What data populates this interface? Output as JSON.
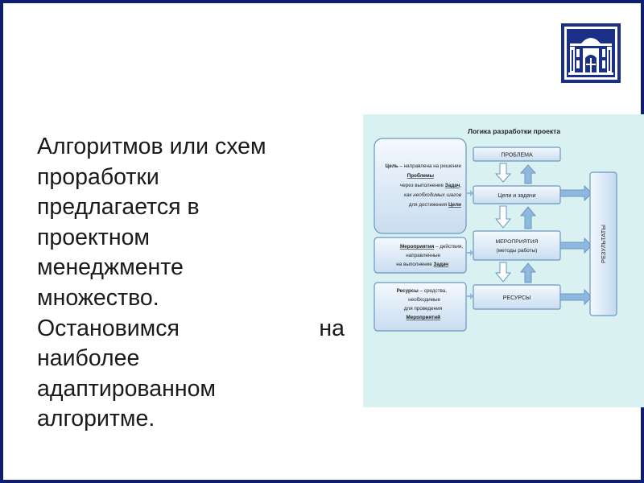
{
  "body_text": {
    "lines": [
      "Алгоритмов или схем",
      "проработки",
      "предлагается в",
      "проектном",
      "менеджменте",
      "множество.",
      "наиболее",
      "адаптированном",
      "алгоритме."
    ],
    "justified_left": "Остановимся",
    "justified_right": "на"
  },
  "diagram": {
    "title": "Логика разработки проекта",
    "flow": {
      "problem": "ПРОБЛЕМА",
      "goals": "Цели и задачи",
      "activities_1": "МЕРОПРИЯТИЯ",
      "activities_2": "(методы работы)",
      "resources": "РЕСУРСЫ",
      "results": "РЕЗУЛЬТАТЫ"
    },
    "notes": {
      "goal": {
        "l1_bold": "Цель",
        "l1_rest": " – направлена на решение",
        "l2": "Проблемы",
        "l3_pre": "через выполнение ",
        "l3_bold": "Задач",
        "l3_post": ",",
        "l4": "как необходимых шагов",
        "l5_pre": "для достижения ",
        "l5_bold": "Цели"
      },
      "activity": {
        "l1_bold": "Мероприятия",
        "l1_rest": " – действия,",
        "l2": "направленные",
        "l3_pre": "на выполнение ",
        "l3_bold": "Задач"
      },
      "resource": {
        "l1_bold": "Ресурсы",
        "l1_rest": " – средства,",
        "l2": "необходимые",
        "l3": "для проведения",
        "l4_bold": "Мероприятий"
      }
    },
    "colors": {
      "background": "#d9f1f1",
      "box_fill": "#dcebf7",
      "box_stroke": "#6a97c4",
      "arrow_fill": "#8fb8de"
    }
  },
  "logo": {
    "icon": "building-emblem-icon",
    "color": "#1b2f86"
  }
}
